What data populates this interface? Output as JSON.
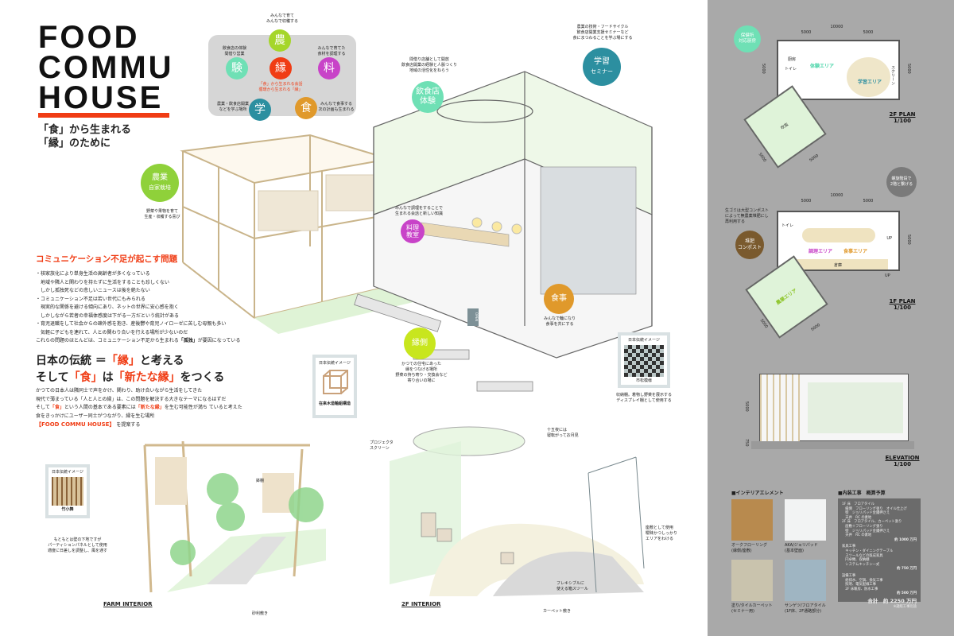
{
  "title": [
    "FOOD",
    "COMMU",
    "HOUSE"
  ],
  "subtitle": [
    "「食」から生まれる",
    "「縁」のために"
  ],
  "cycle": {
    "center": "縁",
    "center_note": [
      "「食」から生まれる会話",
      "循環から生まれる「縁」"
    ],
    "nodes": [
      {
        "char": "農",
        "note": [
          "みんなで育て",
          "みんなで収穫する"
        ],
        "color": "#a5d62a"
      },
      {
        "char": "料",
        "note": [
          "みんなで育てた",
          "食材を調理する"
        ],
        "color": "#c843c8"
      },
      {
        "char": "食",
        "note": [
          "みんなで食事する",
          "次の計画も生まれる"
        ],
        "color": "#e0992b"
      },
      {
        "char": "学",
        "note": [
          "農業・飲食店開業",
          "などを学ぶ場所"
        ],
        "color": "#2c8fa0"
      },
      {
        "char": "験",
        "note": [
          "飲食店の体験",
          "間借り営業"
        ],
        "color": "#6fe0b5"
      }
    ],
    "center_color": "#f03c14"
  },
  "problem": {
    "heading": "コミュニケーション不足が起こす問題",
    "lines": [
      "・核家族化により単身生活の高齢者が多くなっている",
      "　地域や隣人と関わりを持たずに生活をすることも珍しくない",
      "　しかし孤独死などの悲しいニュースは後を絶たない",
      "・コミュニケーション不足は若い世代にもみられる",
      "　現実的な関係を避ける傾向にあり、ネットの世界に安心感を抱く",
      "　しかしながら若者の幸福体感度は下がる一方だという統計がある",
      "・育児退職をして社会からの疎外感を抱き、産後鬱や育児ノイローゼに苦しむ母親も多い",
      "　気軽に子どもを連れて、人との関わり合いを行える場所が少ないのだ"
    ],
    "conclusion_pre": "これらの問題のほとんどは、コミュニケーション不足から生まれる",
    "conclusion_key": "「孤独」",
    "conclusion_post": "が要因になっている"
  },
  "concept": {
    "line1_a": "日本の伝統 ＝",
    "line1_b": "「縁」",
    "line1_c": "と考える",
    "line2_a": "そして",
    "line2_b": "「食」",
    "line2_c": "は",
    "line2_d": "「新たな縁」",
    "line2_e": "をつくる",
    "p1": "かつての日本人は隣同士で声をかけ、関わり、助け合いながら生活をしてきた",
    "p2": "現代で薄まっている「人と人との縁」は、この問題を解決する大きなテーマになるはずだ",
    "p3_a": "そして",
    "p3_b": "「食」",
    "p3_c": "という人間の基本である要素には",
    "p3_d": "「新たな縁」",
    "p3_e": "を生む可能性が満ち ていると考えた",
    "p4": "食をきっかけにユーザー同士がつながり、縁を生む場所",
    "p5_a": "【FOOD COMMU HOUSE】",
    "p5_b": "を提案する"
  },
  "bubbles": {
    "farm": {
      "t": "農業",
      "s": "自家栽培",
      "note": [
        "野菜や果物を育て",
        "生産・収穫する喜び"
      ],
      "color": "#8fd13a"
    },
    "restaurant": {
      "t": "飲食店",
      "s": "体験",
      "note": [
        "間借り店舗として開放",
        "飲食店開業の経験と人脈つくり",
        "地域の活性化をねらう"
      ],
      "color": "#6fe0b5"
    },
    "seminar": {
      "t": "学習",
      "s": "セミナー",
      "note": [
        "農業の技術・フードサイクル",
        "飲食店開業支援セミナーなど",
        "食にまつわることを学ぶ場にする"
      ],
      "color": "#2c8fa0"
    },
    "cooking": {
      "t": "料理",
      "s": "教室",
      "note": [
        "みんなで調理をすることで",
        "生まれる会話と新しい知識"
      ],
      "color": "#c843c8"
    },
    "meal": {
      "t": "食事",
      "note": [
        "みんなで輪になり",
        "食事を共にする"
      ],
      "color": "#e0992b"
    },
    "engawa": {
      "t": "縁側",
      "note": [
        "かつての住宅にあった",
        "縁をつなげる場所",
        "野菜の持ち寄り・交換会など",
        "寄り合いの場に"
      ],
      "color": "#c8e61e"
    }
  },
  "sign": "OPEN",
  "images": {
    "frame": {
      "label": "日本伝統イメージ",
      "caption": "在来木造軸組構造"
    },
    "checker": {
      "label": "日本伝統イメージ",
      "caption": "市松模様",
      "note": [
        "収納棚。着物し野菜を展示する",
        "ディスプレイ棚として使用する"
      ]
    },
    "bamboo": {
      "label": "日本伝統イメージ",
      "caption": "竹小舞",
      "note": [
        "もともとは壁の下地ですが",
        "パーティションパネルとして使用",
        "適度に日差しを調整し、風を通す"
      ]
    }
  },
  "farm_interior": {
    "caption": "FARM INTERIOR",
    "shelf": "鉢棚",
    "ground": "砂利敷き"
  },
  "interior_2f": {
    "caption": "2F INTERIOR",
    "screen": [
      "プロジェクタ",
      "スクリーン"
    ],
    "moon": [
      "十五夜には",
      "寝転がってお月見"
    ],
    "zashiki": [
      "座敷として使用",
      "曖昧かつしっかり",
      "エリアをわける"
    ],
    "stool": [
      "フレキシブルに",
      "使える箱スツール"
    ],
    "carpet": "カーペット敷き"
  },
  "plan2f": {
    "caption": "2F PLAN",
    "scale": "1/100",
    "dims": [
      "10000",
      "5000",
      "5000",
      "5000",
      "5000",
      "5000"
    ],
    "areas": [
      "体験エリア",
      "学習エリア"
    ],
    "rooms": [
      "厨房",
      "トイレ",
      "スクリーン",
      "吹抜"
    ],
    "bubble": [
      "保健所",
      "対応厨房"
    ],
    "bubble_color": "#6fe0b5"
  },
  "plan1f": {
    "caption": "1F PLAN",
    "scale": "1/100",
    "dims": [
      "10000",
      "5000",
      "5000",
      "5000",
      "5000",
      "5000"
    ],
    "areas": [
      "調理エリア",
      "食事エリア",
      "農業エリア"
    ],
    "rooms": [
      "トイレ",
      "倉庫",
      "UP",
      "UP"
    ],
    "bubble": [
      "堆肥",
      "コンポスト"
    ],
    "bubble_color": "#7a5a2e",
    "stairs_bubble": [
      "螺旋階段で",
      "2階と繋げる"
    ],
    "compost_note": [
      "生ゴミは大型コンポスト",
      "によって無農薬堆肥にし",
      "再利用する"
    ]
  },
  "elevation": {
    "caption": "ELEVATION",
    "scale": "1/100",
    "dims": [
      "5000",
      "750"
    ]
  },
  "materials": {
    "heading": "■インテリアエレメント",
    "items": [
      {
        "name": "オークフローリング",
        "sub": "(縁側/座敷)",
        "color": "#b88a4e"
      },
      {
        "name": "AKA/ジョリパッド",
        "sub": "(基本壁面)",
        "color": "#f2f3f3"
      },
      {
        "name": "塗り/タイルカーペット",
        "sub": "(セミナー用)",
        "color": "#c9c3ad"
      },
      {
        "name": "サンゲツ/フロアタイル",
        "sub": "(1F床、2F通路部分)",
        "color": "#9fb5c2"
      }
    ]
  },
  "budget": {
    "heading": "■内装工事　概算予算",
    "lines": [
      "1F 床　フロアタイル",
      "　縁側　フローリング張り　オイル仕上げ",
      "　壁　ジョリパッド金鏝押さえ",
      "　天井　RC の素地",
      "2F 床　フロアタイル、カーペット張り",
      "　座敷＋フローリング張り",
      "　壁　ジョリパッド金鏝押さえ",
      "　天井　RC の素地"
    ],
    "sub1": "約 1000 万円",
    "lines2": [
      "家具工事",
      "　キッチン・ダイニングテーブル",
      "　スツールなどの既成家具",
      "　円卓類、収納棚",
      "　システムキッチン一式"
    ],
    "sub2": "約 750 万円",
    "lines3": [
      "設備工事",
      "　給排水、空調、換気工事",
      "　照明、電気配線工事",
      "　2F 床暖房、防水工事"
    ],
    "sub3": "約 500 万円",
    "total": "合計　約 2250 万円",
    "total_note": "※諸経工事別途"
  }
}
